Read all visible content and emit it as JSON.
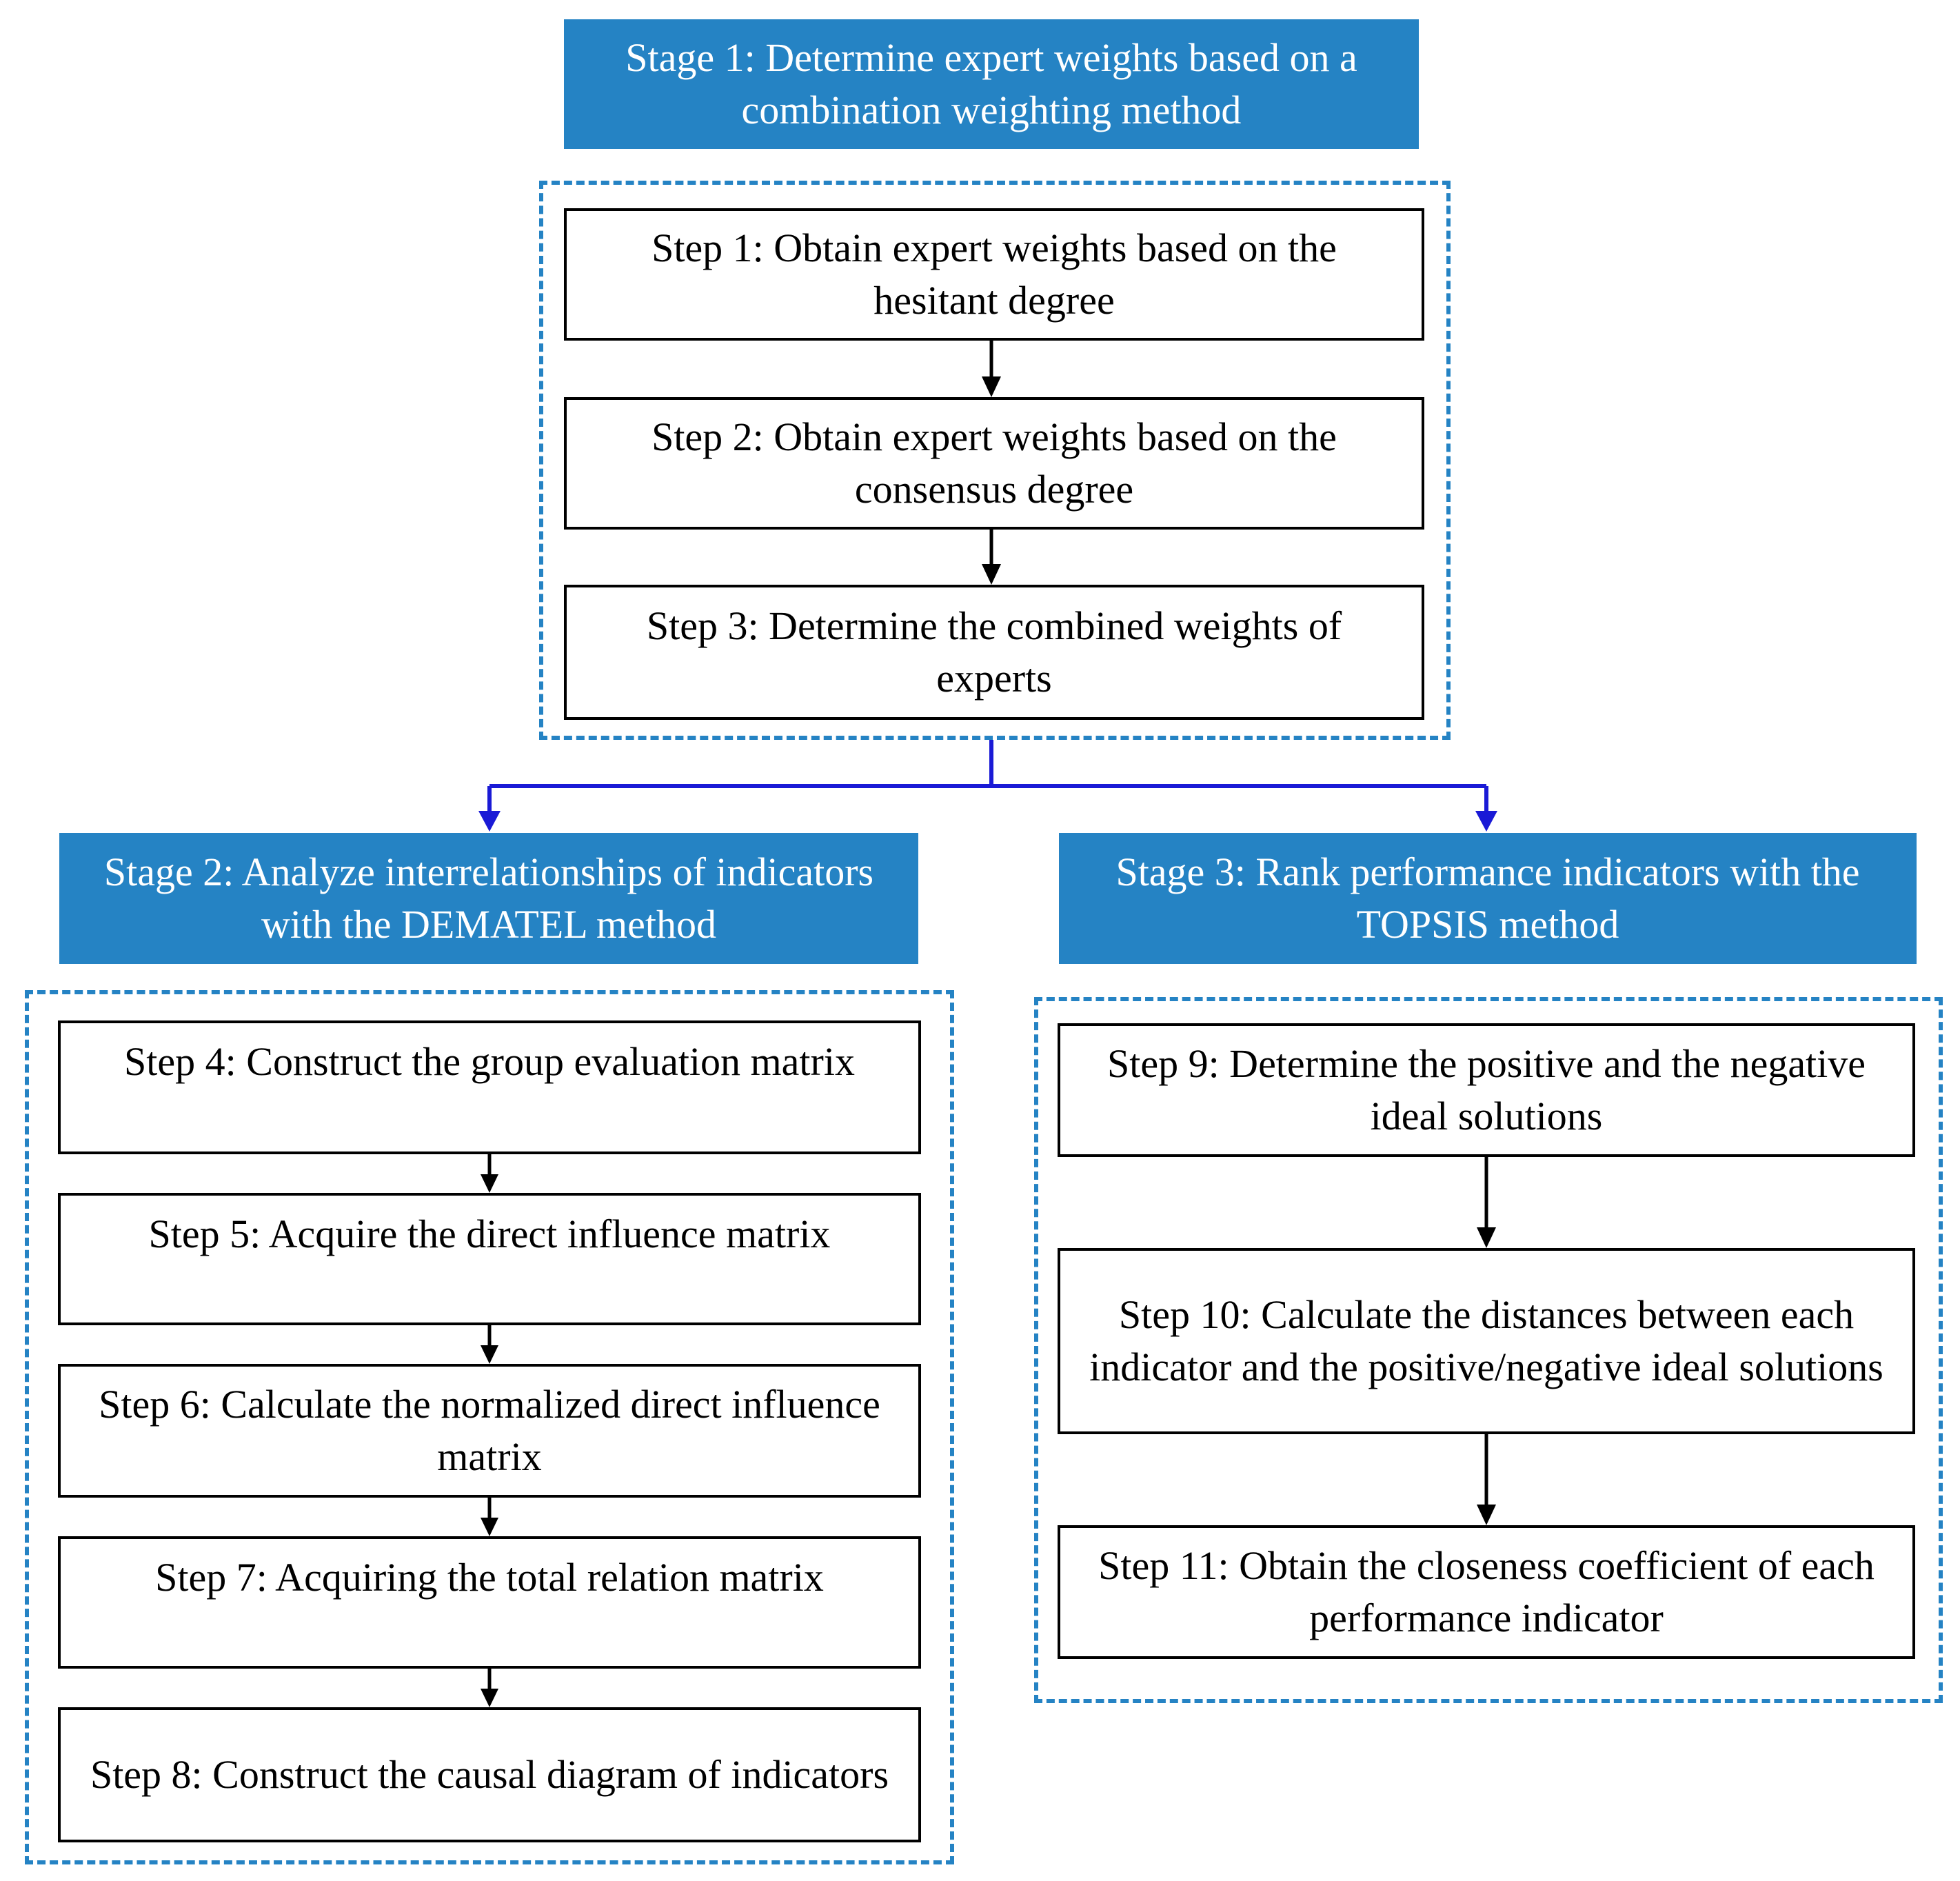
{
  "stages": {
    "stage1": "Stage 1: Determine expert weights based on a combination weighting method",
    "stage2": "Stage 2: Analyze interrelationships of indicators with the DEMATEL method",
    "stage3": "Stage 3: Rank performance indicators with the TOPSIS method"
  },
  "steps": {
    "step1": "Step 1: Obtain expert weights based on the hesitant degree",
    "step2": "Step 2: Obtain expert weights based on the consensus degree",
    "step3": "Step 3: Determine the combined weights of experts",
    "step4": "Step 4: Construct the group evaluation matrix",
    "step5": "Step 5: Acquire the direct influence matrix",
    "step6": "Step 6: Calculate the normalized direct influence matrix",
    "step7": "Step 7: Acquiring the total relation matrix",
    "step8": "Step 8: Construct the causal diagram of indicators",
    "step9": "Step 9: Determine the positive and the negative ideal solutions",
    "step10": "Step 10: Calculate the distances between each indicator and the positive/negative ideal solutions",
    "step11": "Step 11: Obtain the closeness coefficient of each performance indicator"
  },
  "colors": {
    "stage_fill": "#2583c4",
    "dashed_border": "#2583c4",
    "branch_arrow": "#1a1ad6",
    "step_border": "#000000"
  }
}
